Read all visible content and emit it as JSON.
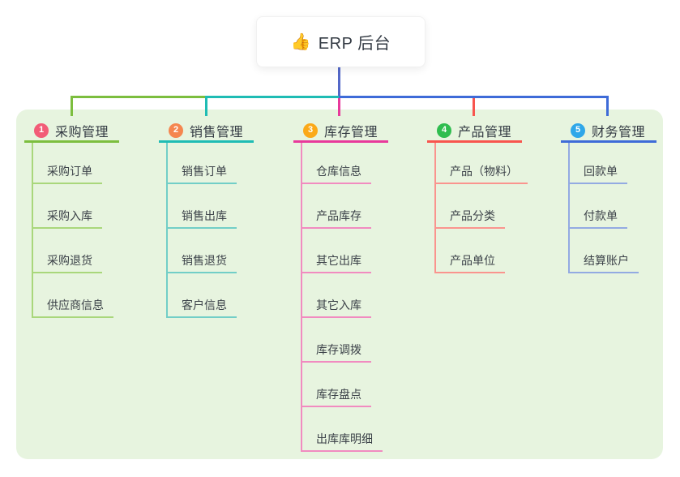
{
  "root": {
    "icon": "👍",
    "label": "ERP 后台"
  },
  "branches": [
    {
      "badge": "1",
      "label": "采购管理",
      "badge_color": "#F25C77",
      "line_color": "#7CBE3E",
      "light_color": "#A9D77B",
      "children": [
        "采购订单",
        "采购入库",
        "采购退货",
        "供应商信息"
      ]
    },
    {
      "badge": "2",
      "label": "销售管理",
      "badge_color": "#F5864F",
      "line_color": "#1FBCB4",
      "light_color": "#72CEC7",
      "children": [
        "销售订单",
        "销售出库",
        "销售退货",
        "客户信息"
      ]
    },
    {
      "badge": "3",
      "label": "库存管理",
      "badge_color": "#FBA919",
      "line_color": "#E8399B",
      "light_color": "#F18BC0",
      "children": [
        "仓库信息",
        "产品库存",
        "其它出库",
        "其它入库",
        "库存调拨",
        "库存盘点",
        "出库库明细"
      ]
    },
    {
      "badge": "4",
      "label": "产品管理",
      "badge_color": "#2FBD4F",
      "line_color": "#F8554E",
      "light_color": "#FA948E",
      "children": [
        "产品（物料）",
        "产品分类",
        "产品单位"
      ]
    },
    {
      "badge": "5",
      "label": "财务管理",
      "badge_color": "#2FA7E9",
      "line_color": "#3E6BD8",
      "light_color": "#93AAE2",
      "children": [
        "回款单",
        "付款单",
        "结算账户"
      ]
    }
  ],
  "colors": {
    "panel_bg": "#E7F4DF",
    "root_tail": "#5468C8",
    "page_bg": "#FFFFFF"
  }
}
